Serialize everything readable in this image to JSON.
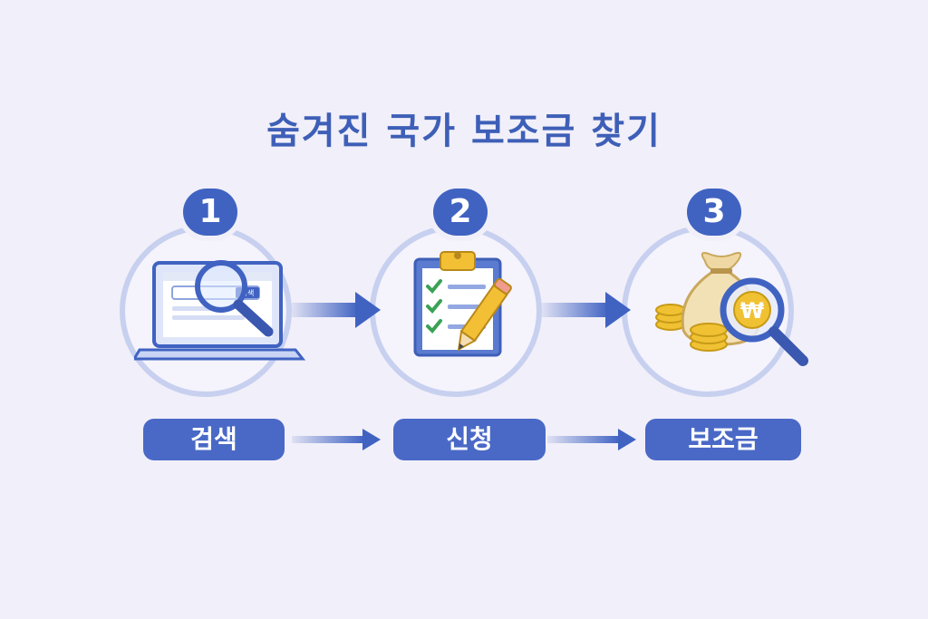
{
  "title": "숨겨진 국가 보조금 찾기",
  "steps": [
    {
      "number": "1",
      "label": "검색",
      "icon": "laptop-search-icon",
      "search_button_text": "검색"
    },
    {
      "number": "2",
      "label": "신청",
      "icon": "clipboard-pencil-icon"
    },
    {
      "number": "3",
      "label": "보조금",
      "icon": "money-bag-coins-icon",
      "coin_symbol": "₩"
    }
  ],
  "colors": {
    "accent": "#4063c2",
    "ring": "#c7d0ef",
    "background": "#f1eff9",
    "gold": "#f0c233"
  }
}
